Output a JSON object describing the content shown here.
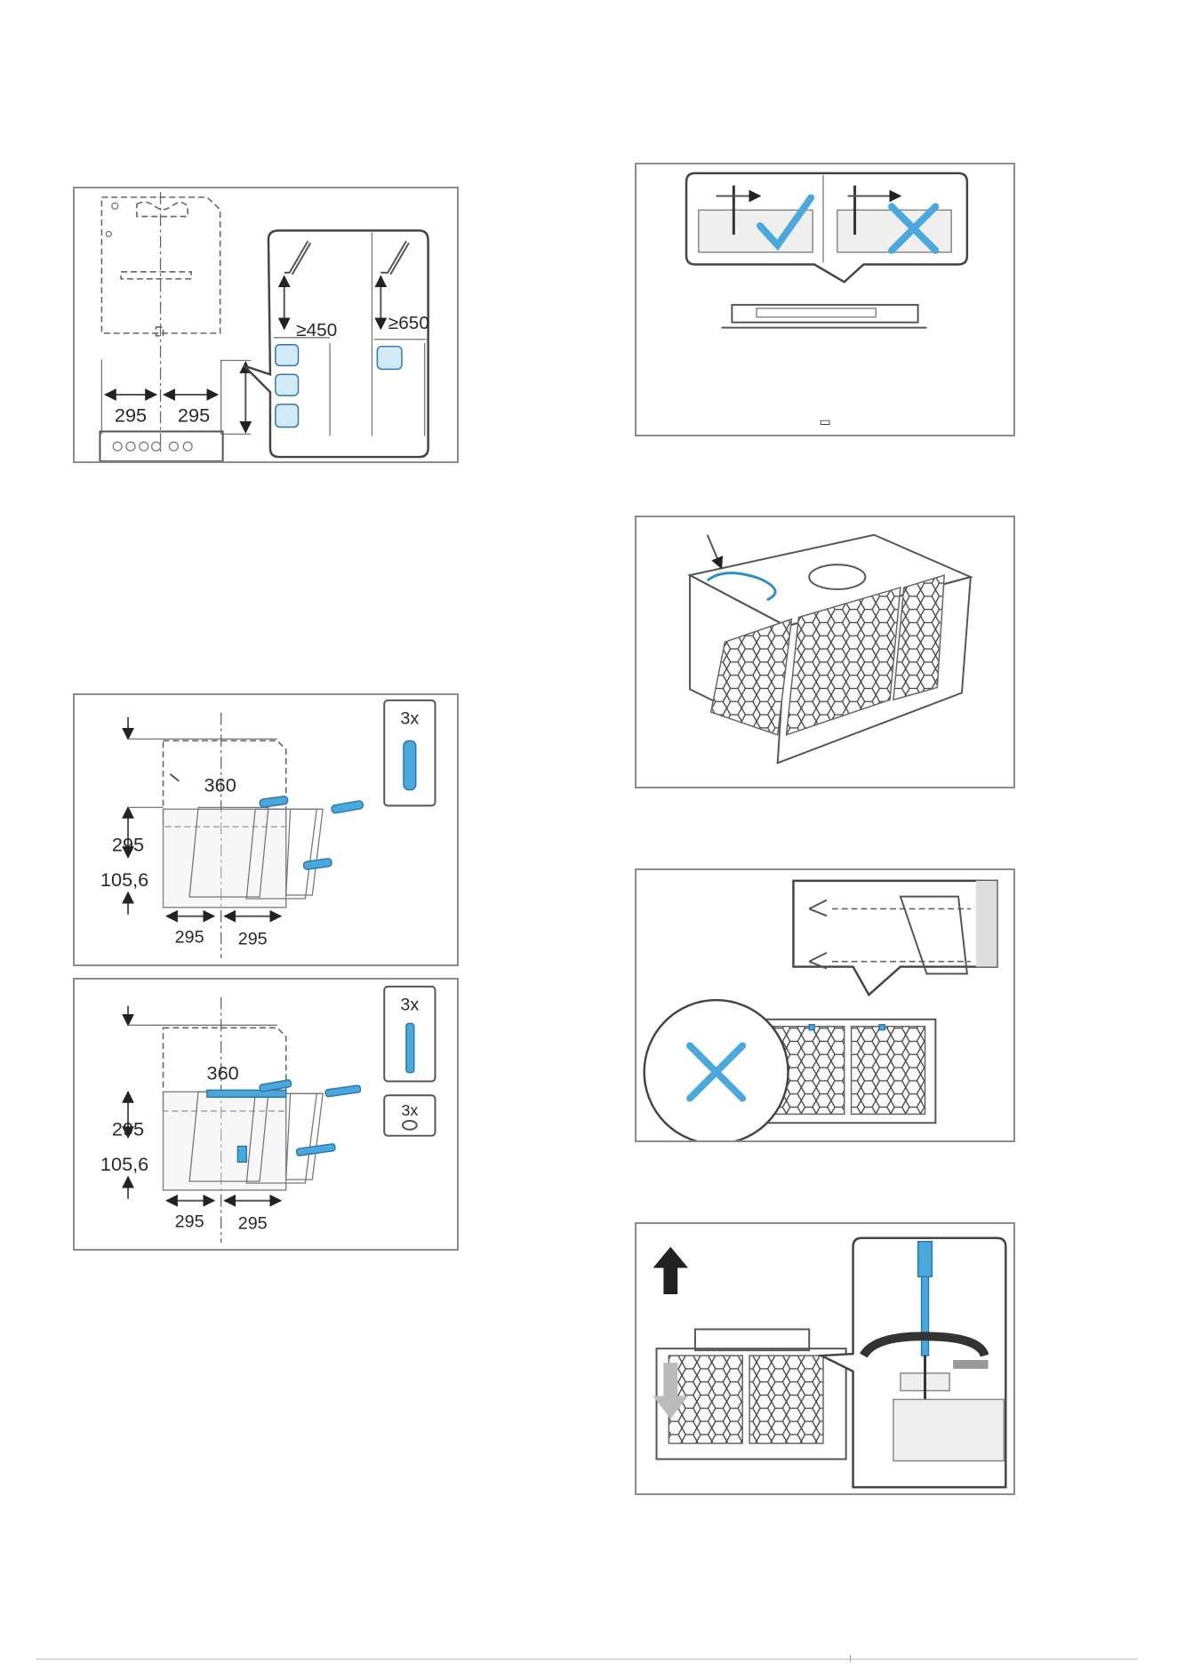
{
  "figure_1": {
    "dim_left": "295",
    "dim_right": "295",
    "callout_height_electric": "≥450",
    "callout_height_gas": "≥650"
  },
  "figure_2": {
    "dim_top": "360",
    "dim_vertical": "295",
    "dim_lower": "105,6",
    "dim_left": "295",
    "dim_right": "295",
    "qty_dowels": "3x"
  },
  "figure_3": {
    "dim_top": "360",
    "dim_vertical": "295",
    "dim_lower": "105,6",
    "dim_left": "295",
    "dim_right": "295",
    "qty_screws": "3x",
    "qty_washers": "3x"
  },
  "colors": {
    "accent_blue": "#4aa8dc",
    "frame_grey": "#8c8c8c"
  },
  "icons": [
    "check-icon",
    "cross-icon",
    "spirit-level-icon",
    "eye-icon",
    "arrow-up-icon",
    "arrow-down-icon",
    "rotate-icon"
  ]
}
